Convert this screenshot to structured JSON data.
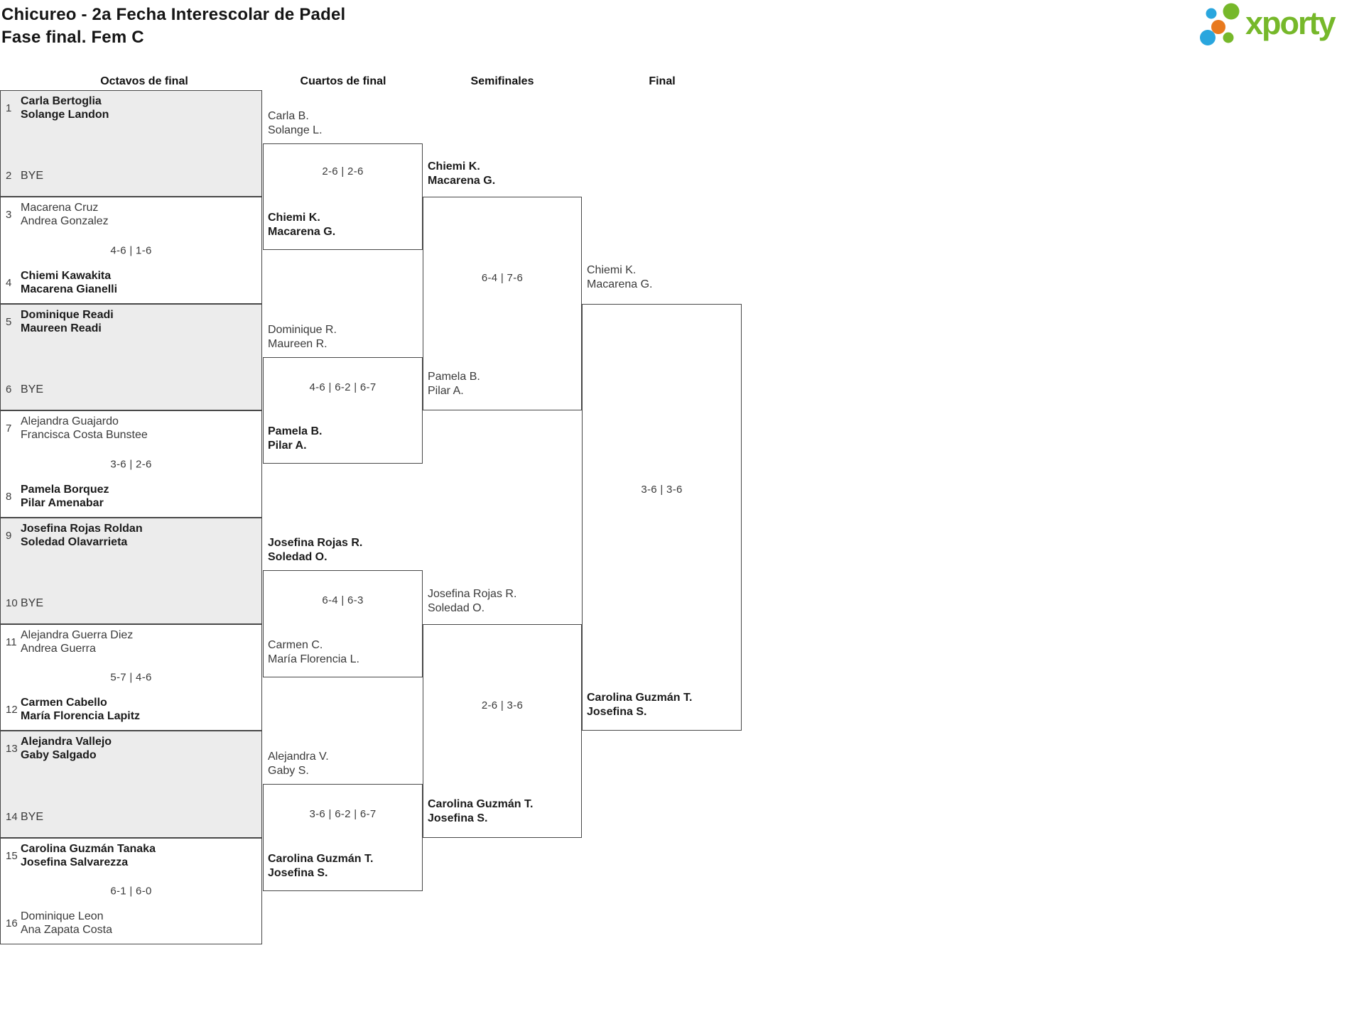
{
  "title": {
    "line1": "Chicureo - 2a Fecha Interescolar de Padel",
    "line2": "Fase final. Fem C"
  },
  "logo": {
    "text": "xporty",
    "green": "#76b82a",
    "blue": "#29a6de",
    "orange": "#e8791e"
  },
  "round_headers": [
    "Octavos de final",
    "Cuartos de final",
    "Semifinales",
    "Final"
  ],
  "octavos": [
    {
      "a": {
        "seed": "1",
        "line1": "Carla Bertoglia",
        "line2": "Solange Landon",
        "winner": true
      },
      "b": {
        "seed": "2",
        "label": "BYE"
      },
      "score": ""
    },
    {
      "a": {
        "seed": "3",
        "line1": "Macarena Cruz",
        "line2": "Andrea Gonzalez",
        "winner": false
      },
      "b": {
        "seed": "4",
        "line1": "Chiemi Kawakita",
        "line2": "Macarena Gianelli",
        "winner": true
      },
      "score": "4-6 | 1-6"
    },
    {
      "a": {
        "seed": "5",
        "line1": "Dominique Readi",
        "line2": "Maureen Readi",
        "winner": true
      },
      "b": {
        "seed": "6",
        "label": "BYE"
      },
      "score": ""
    },
    {
      "a": {
        "seed": "7",
        "line1": "Alejandra Guajardo",
        "line2": "Francisca Costa Bunstee",
        "winner": false
      },
      "b": {
        "seed": "8",
        "line1": "Pamela Borquez",
        "line2": "Pilar Amenabar",
        "winner": true
      },
      "score": "3-6 | 2-6"
    },
    {
      "a": {
        "seed": "9",
        "line1": "Josefina Rojas Roldan",
        "line2": "Soledad Olavarrieta",
        "winner": true
      },
      "b": {
        "seed": "10",
        "label": "BYE"
      },
      "score": ""
    },
    {
      "a": {
        "seed": "11",
        "line1": "Alejandra Guerra Diez",
        "line2": "Andrea Guerra",
        "winner": false
      },
      "b": {
        "seed": "12",
        "line1": "Carmen Cabello",
        "line2": "María Florencia Lapitz",
        "winner": true
      },
      "score": "5-7 | 4-6"
    },
    {
      "a": {
        "seed": "13",
        "line1": "Alejandra Vallejo",
        "line2": "Gaby Salgado",
        "winner": true
      },
      "b": {
        "seed": "14",
        "label": "BYE"
      },
      "score": ""
    },
    {
      "a": {
        "seed": "15",
        "line1": "Carolina Guzmán Tanaka",
        "line2": "Josefina Salvarezza",
        "winner": true
      },
      "b": {
        "seed": "16",
        "line1": "Dominique Leon",
        "line2": "Ana Zapata Costa",
        "winner": false
      },
      "score": "6-1 | 6-0"
    }
  ],
  "cuartos": [
    {
      "a": {
        "line1": "Carla B.",
        "line2": "Solange L.",
        "winner": false
      },
      "b": {
        "line1": "Chiemi K.",
        "line2": "Macarena G.",
        "winner": true
      },
      "score": "2-6 | 2-6"
    },
    {
      "a": {
        "line1": "Dominique R.",
        "line2": "Maureen R.",
        "winner": false
      },
      "b": {
        "line1": "Pamela B.",
        "line2": "Pilar A.",
        "winner": true
      },
      "score": "4-6 | 6-2 | 6-7"
    },
    {
      "a": {
        "line1": "Josefina Rojas R.",
        "line2": "Soledad O.",
        "winner": true
      },
      "b": {
        "line1": "Carmen C.",
        "line2": "María Florencia L.",
        "winner": false
      },
      "score": "6-4 | 6-3"
    },
    {
      "a": {
        "line1": "Alejandra V.",
        "line2": "Gaby S.",
        "winner": false
      },
      "b": {
        "line1": "Carolina Guzmán T.",
        "line2": "Josefina S.",
        "winner": true
      },
      "score": "3-6 | 6-2 | 6-7"
    }
  ],
  "semifinales": [
    {
      "a": {
        "line1": "Chiemi K.",
        "line2": "Macarena G.",
        "winner": true
      },
      "b": {
        "line1": "Pamela B.",
        "line2": "Pilar A.",
        "winner": false
      },
      "score": "6-4 | 7-6"
    },
    {
      "a": {
        "line1": "Josefina Rojas R.",
        "line2": "Soledad O.",
        "winner": false
      },
      "b": {
        "line1": "Carolina Guzmán T.",
        "line2": "Josefina S.",
        "winner": true
      },
      "score": "2-6 | 3-6"
    }
  ],
  "final": {
    "a": {
      "line1": "Chiemi K.",
      "line2": "Macarena G.",
      "winner": false
    },
    "b": {
      "line1": "Carolina Guzmán T.",
      "line2": "Josefina S.",
      "winner": true
    },
    "score": "3-6 | 3-6"
  }
}
